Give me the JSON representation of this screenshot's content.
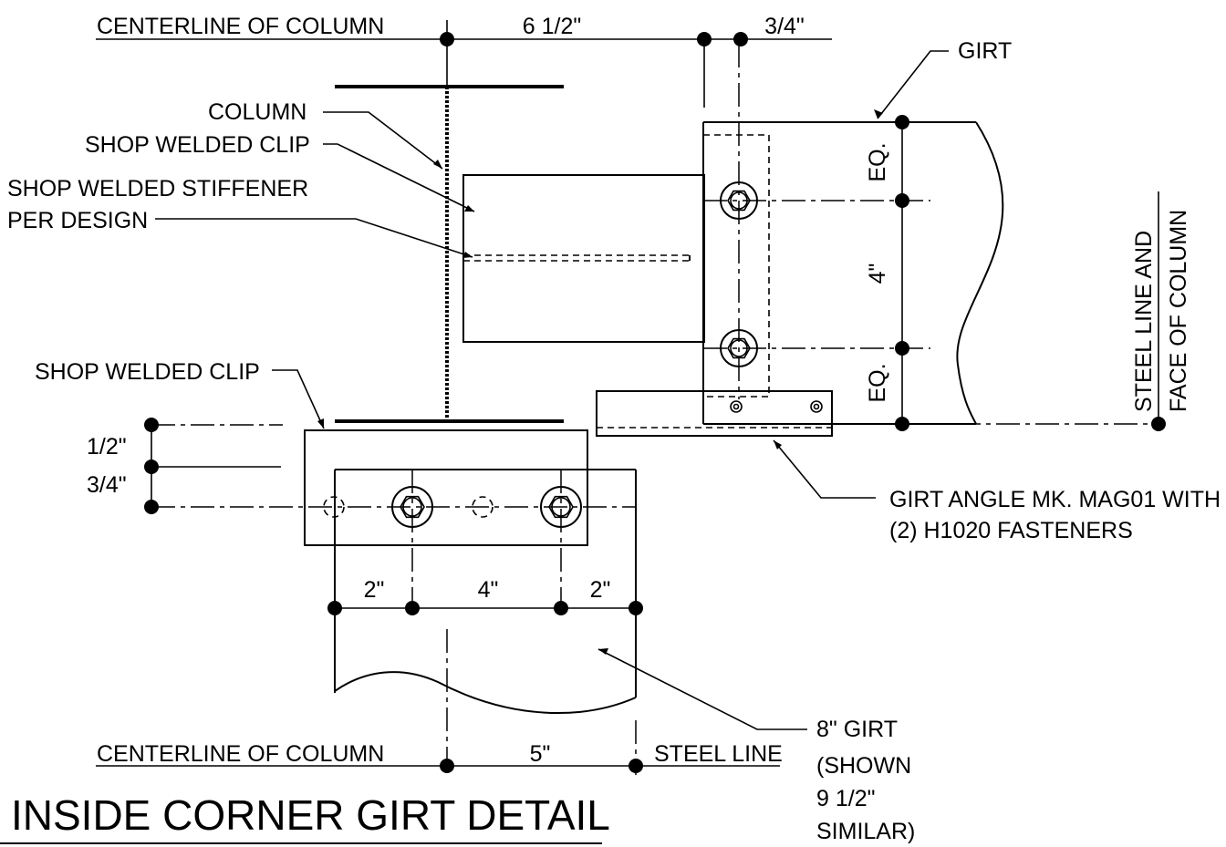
{
  "title": "INSIDE CORNER GIRT DETAIL",
  "labels": {
    "centerline_top": "CENTERLINE OF COLUMN",
    "centerline_bottom": "CENTERLINE OF COLUMN",
    "girt": "GIRT",
    "column": "COLUMN",
    "shop_clip_upper": "SHOP WELDED CLIP",
    "stiffener_line1": "SHOP WELDED STIFFENER",
    "stiffener_line2": "PER DESIGN",
    "shop_clip_lower": "SHOP WELDED CLIP",
    "steel_line_face_line1": "STEEL LINE AND",
    "steel_line_face_line2": "FACE OF COLUMN",
    "girt_angle_line1": "GIRT ANGLE MK. MAG01 WITH",
    "girt_angle_line2": "(2) H1020 FASTENERS",
    "girt8_line1": "8\" GIRT",
    "girt8_line2": "(SHOWN",
    "girt8_line3": "9 1/2\"",
    "girt8_line4": "SIMILAR)",
    "steel_line": "STEEL LINE"
  },
  "dimensions": {
    "top_span": "6 1/2\"",
    "top_offset": "3/4\"",
    "eq_top": "EQ.",
    "vertical_bolt_spacing": "4\"",
    "eq_bottom": "EQ.",
    "left_half": "1/2\"",
    "left_three_quarter": "3/4\"",
    "bottom_edge_left": "2\"",
    "bottom_bolt_spacing": "4\"",
    "bottom_edge_right": "2\"",
    "bottom_span": "5\""
  }
}
